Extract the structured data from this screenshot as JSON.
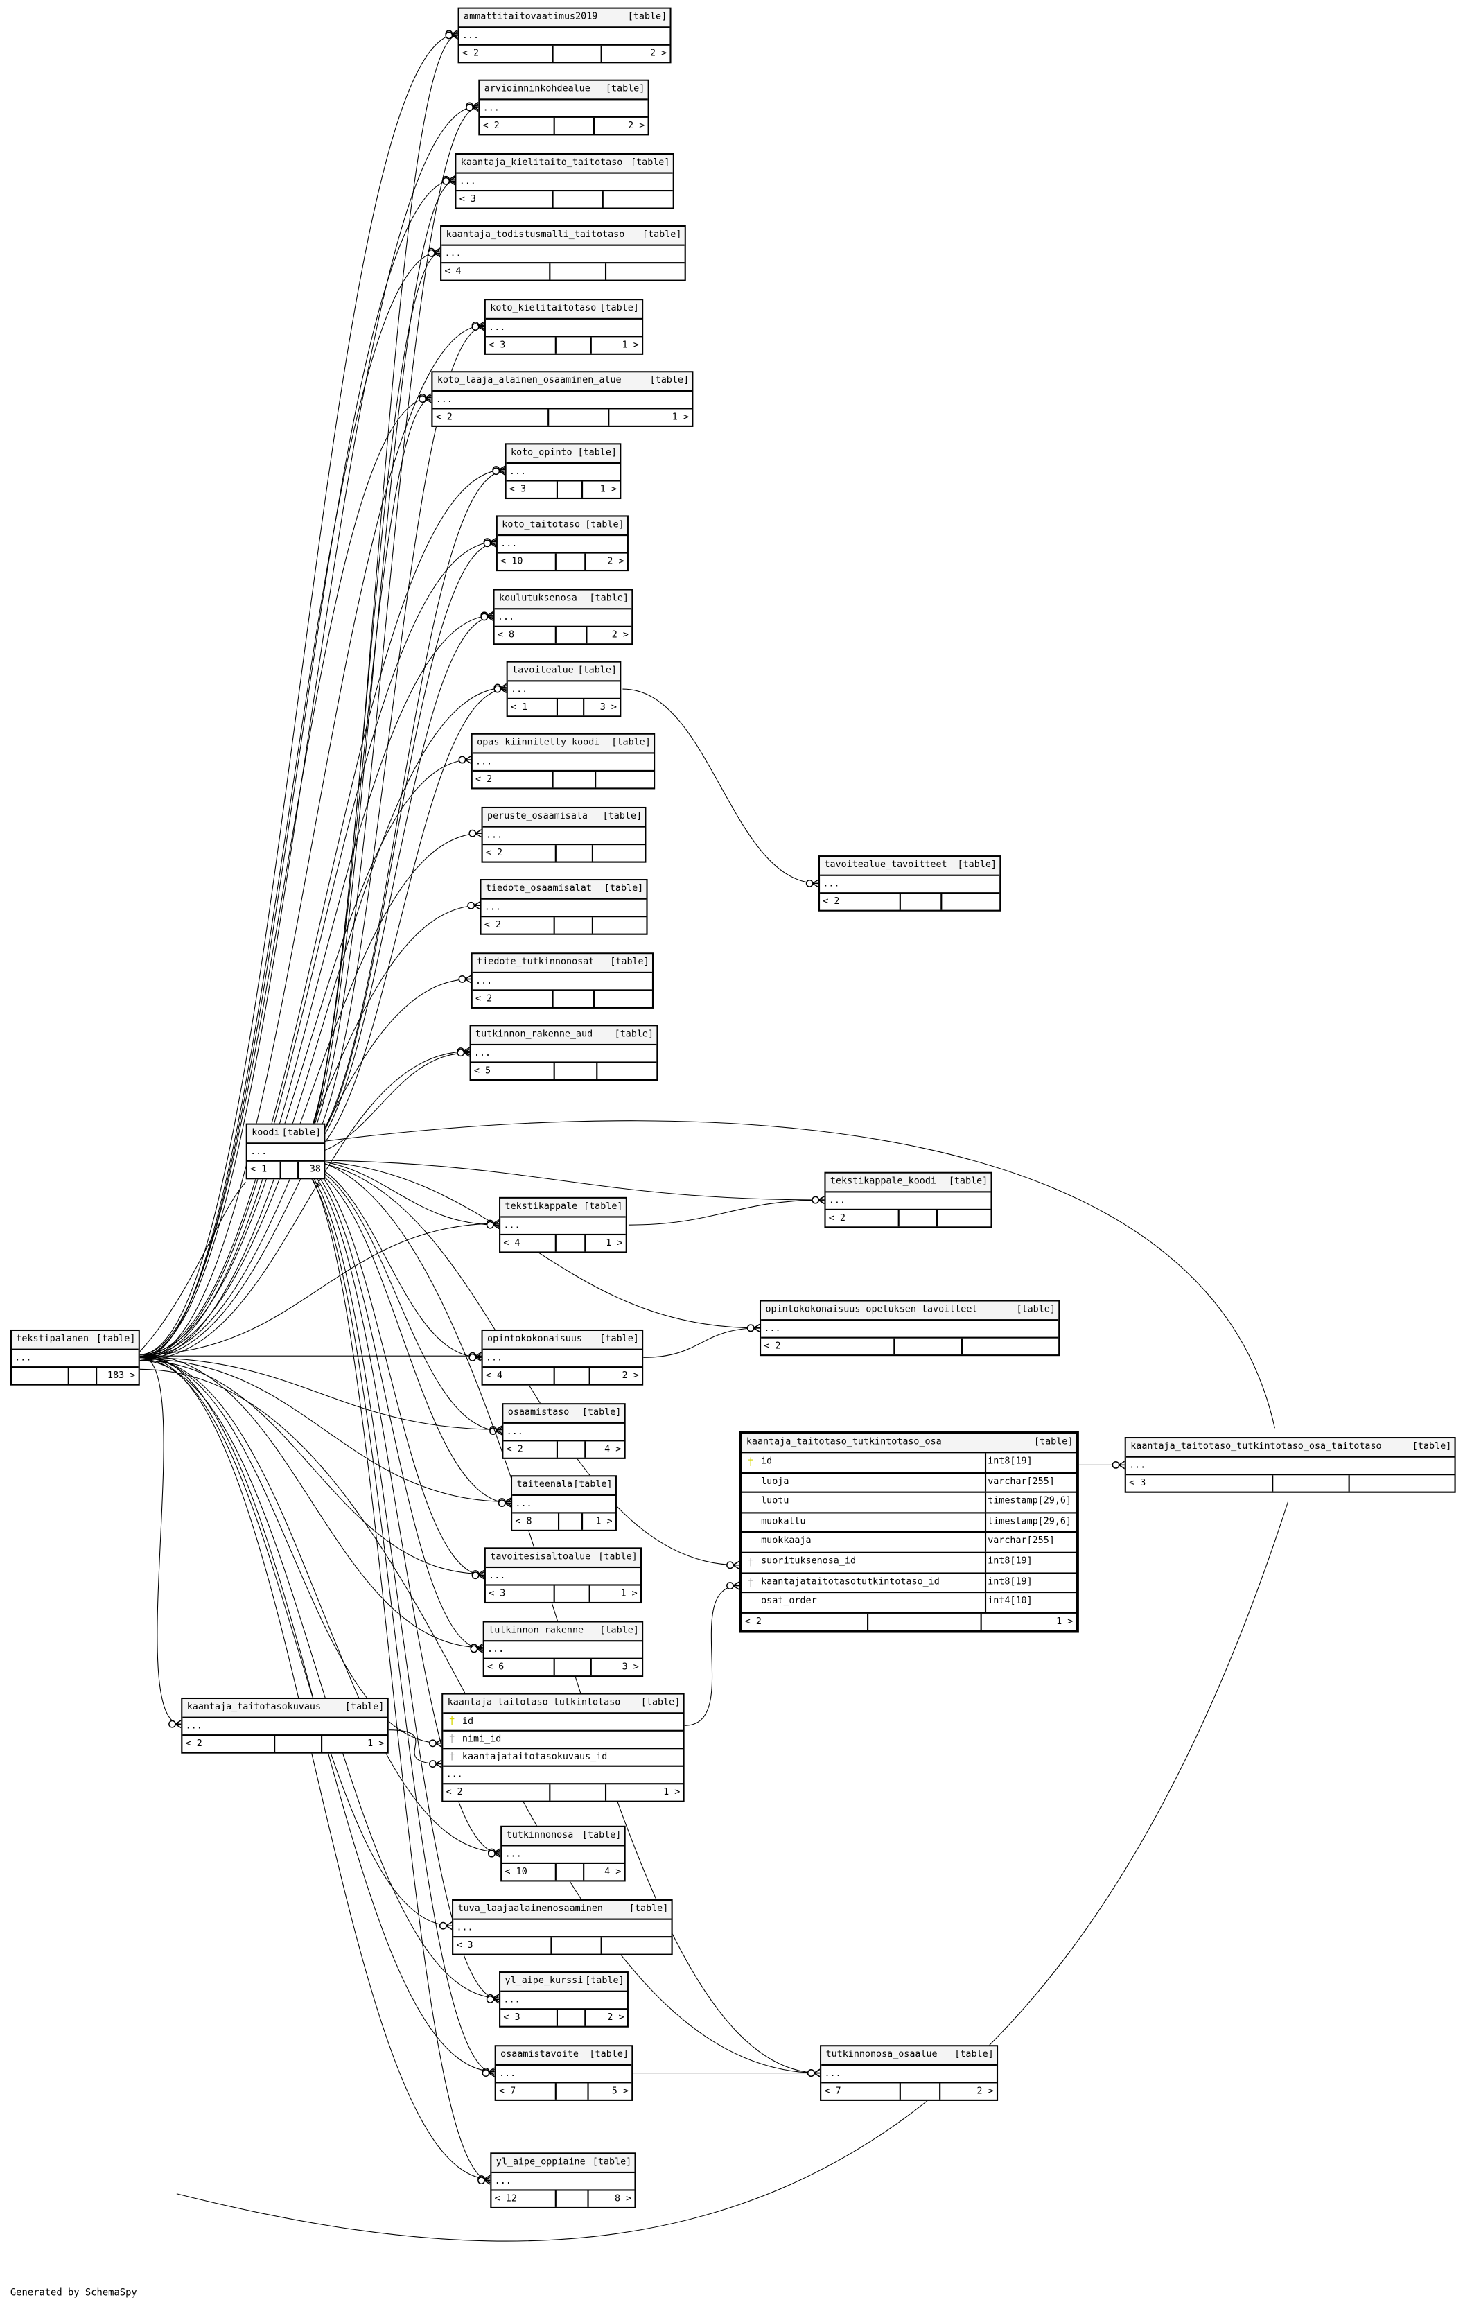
{
  "tables": [
    {
      "name": "ammattitaitovaatimus2019",
      "kind": "[table]",
      "footer": [
        "< 2",
        "",
        "2 >"
      ]
    },
    {
      "name": "arvioinninkohdealue",
      "kind": "[table]",
      "footer": [
        "< 2",
        "",
        "2 >"
      ]
    },
    {
      "name": "kaantaja_kielitaito_taitotaso",
      "kind": "[table]",
      "footer": [
        "< 3",
        "",
        ""
      ]
    },
    {
      "name": "kaantaja_todistusmalli_taitotaso",
      "kind": "[table]",
      "footer": [
        "< 4",
        "",
        ""
      ]
    },
    {
      "name": "koto_kielitaitotaso",
      "kind": "[table]",
      "footer": [
        "< 3",
        "",
        "1 >"
      ]
    },
    {
      "name": "koto_laaja_alainen_osaaminen_alue",
      "kind": "[table]",
      "footer": [
        "< 2",
        "",
        "1 >"
      ]
    },
    {
      "name": "koto_opinto",
      "kind": "[table]",
      "footer": [
        "< 3",
        "",
        "1 >"
      ]
    },
    {
      "name": "koto_taitotaso",
      "kind": "[table]",
      "footer": [
        "< 10",
        "",
        "2 >"
      ]
    },
    {
      "name": "koulutuksenosa",
      "kind": "[table]",
      "footer": [
        "< 8",
        "",
        "2 >"
      ]
    },
    {
      "name": "tavoitealue",
      "kind": "[table]",
      "footer": [
        "< 1",
        "",
        "3 >"
      ]
    },
    {
      "name": "opas_kiinnitetty_koodi",
      "kind": "[table]",
      "footer": [
        "< 2",
        "",
        ""
      ]
    },
    {
      "name": "peruste_osaamisala",
      "kind": "[table]",
      "footer": [
        "< 2",
        "",
        ""
      ]
    },
    {
      "name": "tiedote_osaamisalat",
      "kind": "[table]",
      "footer": [
        "< 2",
        "",
        ""
      ]
    },
    {
      "name": "tiedote_tutkinnonosat",
      "kind": "[table]",
      "footer": [
        "< 2",
        "",
        ""
      ]
    },
    {
      "name": "tutkinnon_rakenne_aud",
      "kind": "[table]",
      "footer": [
        "< 5",
        "",
        ""
      ]
    },
    {
      "name": "tavoitealue_tavoitteet",
      "kind": "[table]",
      "footer": [
        "< 2",
        "",
        ""
      ]
    },
    {
      "name": "koodi",
      "kind": "[table]",
      "footer": [
        "< 1",
        "",
        "38 >"
      ]
    },
    {
      "name": "tekstikappale",
      "kind": "[table]",
      "footer": [
        "< 4",
        "",
        "1 >"
      ]
    },
    {
      "name": "tekstikappale_koodi",
      "kind": "[table]",
      "footer": [
        "< 2",
        "",
        ""
      ]
    },
    {
      "name": "opintokokonaisuus_opetuksen_tavoitteet",
      "kind": "[table]",
      "footer": [
        "< 2",
        "",
        ""
      ]
    },
    {
      "name": "tekstipalanen",
      "kind": "[table]",
      "footer": [
        "",
        "",
        "183 >"
      ]
    },
    {
      "name": "opintokokonaisuus",
      "kind": "[table]",
      "footer": [
        "< 4",
        "",
        "2 >"
      ]
    },
    {
      "name": "osaamistaso",
      "kind": "[table]",
      "footer": [
        "< 2",
        "",
        "4 >"
      ]
    },
    {
      "name": "taiteenala",
      "kind": "[table]",
      "footer": [
        "< 8",
        "",
        "1 >"
      ]
    },
    {
      "name": "tavoitesisaltoalue",
      "kind": "[table]",
      "footer": [
        "< 3",
        "",
        "1 >"
      ]
    },
    {
      "name": "tutkinnon_rakenne",
      "kind": "[table]",
      "footer": [
        "< 6",
        "",
        "3 >"
      ]
    },
    {
      "name": "kaantaja_taitotaso_tutkintotaso",
      "kind": "[table]",
      "columns": [
        {
          "name": "id",
          "key": "pk"
        },
        {
          "name": "nimi_id",
          "key": "fk"
        },
        {
          "name": "kaantajataitotasokuvaus_id",
          "key": "fk"
        }
      ],
      "ellipsis": "...",
      "footer": [
        "< 2",
        "",
        "1 >"
      ]
    },
    {
      "name": "kaantaja_taitotasokuvaus",
      "kind": "[table]",
      "footer": [
        "< 2",
        "",
        "1 >"
      ]
    },
    {
      "name": "kaantaja_taitotaso_tutkintotaso_osa",
      "kind": "[table]",
      "focus": true,
      "columns": [
        {
          "name": "id",
          "type": "int8[19]",
          "key": "pk"
        },
        {
          "name": "luoja",
          "type": "varchar[255]"
        },
        {
          "name": "luotu",
          "type": "timestamp[29,6]"
        },
        {
          "name": "muokattu",
          "type": "timestamp[29,6]"
        },
        {
          "name": "muokkaaja",
          "type": "varchar[255]"
        },
        {
          "name": "suorituksenosa_id",
          "type": "int8[19]",
          "key": "fk"
        },
        {
          "name": "kaantajataitotasotutkintotaso_id",
          "type": "int8[19]",
          "key": "fk"
        },
        {
          "name": "osat_order",
          "type": "int4[10]"
        }
      ],
      "footer": [
        "< 2",
        "",
        "1 >"
      ]
    },
    {
      "name": "kaantaja_taitotaso_tutkintotaso_osa_taitotaso",
      "kind": "[table]",
      "footer": [
        "< 3",
        "",
        ""
      ]
    },
    {
      "name": "tutkinnonosa",
      "kind": "[table]",
      "footer": [
        "< 10",
        "",
        "4 >"
      ]
    },
    {
      "name": "tuva_laajaalainenosaaminen",
      "kind": "[table]",
      "footer": [
        "< 3",
        "",
        ""
      ]
    },
    {
      "name": "yl_aipe_kurssi",
      "kind": "[table]",
      "footer": [
        "< 3",
        "",
        "2 >"
      ]
    },
    {
      "name": "osaamistavoite",
      "kind": "[table]",
      "footer": [
        "< 7",
        "",
        "5 >"
      ]
    },
    {
      "name": "tutkinnonosa_osaalue",
      "kind": "[table]",
      "footer": [
        "< 7",
        "",
        "2 >"
      ]
    },
    {
      "name": "yl_aipe_oppiaine",
      "kind": "[table]",
      "footer": [
        "< 12",
        "",
        "8 >"
      ]
    }
  ],
  "ellipsis": "...",
  "credit": "Generated by SchemaSpy",
  "colors": {
    "pk_key": "#d6d600",
    "fk_key": "#aaaaaa",
    "header_bg": "#f4f4f4"
  }
}
